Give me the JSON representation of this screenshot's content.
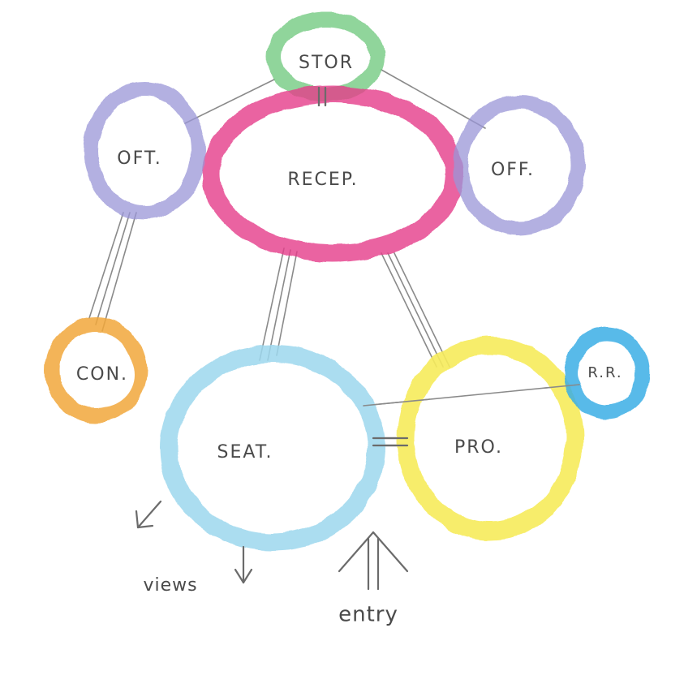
{
  "nodes": {
    "stor": {
      "label": "STOR",
      "color": "#6cc77a"
    },
    "recep": {
      "label": "RECEP.",
      "color": "#e63d8a"
    },
    "oft": {
      "label": "OFT.",
      "color": "#9a96d8"
    },
    "off": {
      "label": "OFF.",
      "color": "#9a96d8"
    },
    "con": {
      "label": "CON.",
      "color": "#f2a83a"
    },
    "rr": {
      "label": "R.R.",
      "color": "#3aaee6"
    },
    "seat": {
      "label": "SEAT.",
      "color": "#9dd8ee"
    },
    "pro": {
      "label": "PRO.",
      "color": "#f7ec5c"
    }
  },
  "notes": {
    "views": "views",
    "entry": "entry"
  }
}
